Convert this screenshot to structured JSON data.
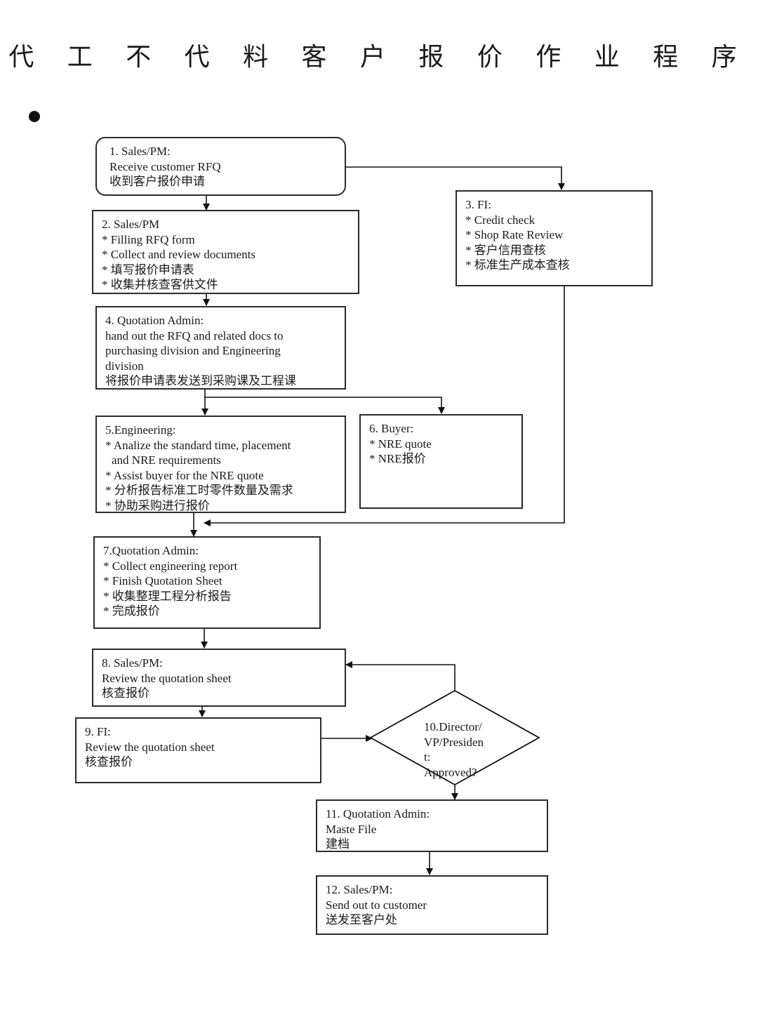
{
  "title": "代 工 不 代 料 客 户 报 价 作 业 程 序",
  "steps": {
    "s1": {
      "lines": [
        "1. Sales/PM:",
        "Receive customer RFQ",
        "收到客户报价申请"
      ]
    },
    "s2": {
      "lines": [
        "2. Sales/PM",
        "* Filling RFQ form",
        "* Collect and review documents",
        "* 填写报价申请表",
        "* 收集并核查客供文件"
      ]
    },
    "s3": {
      "lines": [
        "3. FI:",
        "* Credit check",
        "* Shop Rate Review",
        "* 客户信用查核",
        "* 标准生产成本查核"
      ]
    },
    "s4": {
      "lines": [
        "4. Quotation Admin:",
        "hand out the RFQ and related docs to",
        "purchasing division and Engineering",
        "division",
        "将报价申请表发送到采购课及工程课"
      ]
    },
    "s5": {
      "lines": [
        "5.Engineering:",
        "* Analize the standard time, placement",
        "and NRE requirements",
        "* Assist buyer for the NRE quote",
        "* 分析报告标准工时零件数量及需求",
        "* 协助采购进行报价"
      ]
    },
    "s6": {
      "lines": [
        "6. Buyer:",
        "* NRE quote",
        "* NRE报价"
      ]
    },
    "s7": {
      "lines": [
        "7.Quotation Admin:",
        "* Collect engineering report",
        "* Finish Quotation Sheet",
        "* 收集整理工程分析报告",
        "* 完成报价"
      ]
    },
    "s8": {
      "lines": [
        "8. Sales/PM:",
        "Review the quotation sheet",
        "核查报价"
      ]
    },
    "s9": {
      "lines": [
        "9. FI:",
        "Review the quotation sheet",
        "核查报价"
      ]
    },
    "s10": {
      "lines": [
        "10.Director/",
        "VP/Presiden",
        "t:",
        "Approved?"
      ]
    },
    "s11": {
      "lines": [
        "11. Quotation Admin:",
        "Maste File",
        "建档"
      ]
    },
    "s12": {
      "lines": [
        "12. Sales/PM:",
        "Send out to customer",
        "送发至客户处"
      ]
    }
  }
}
